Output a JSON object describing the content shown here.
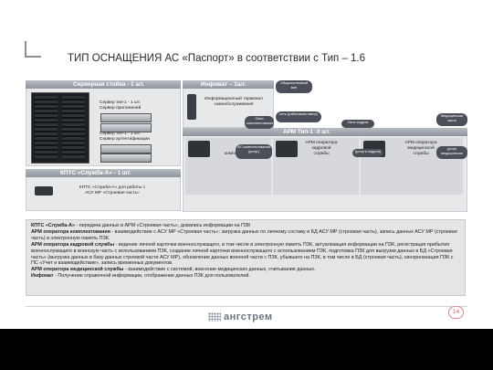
{
  "slide": {
    "title": "ТИП ОСНАЩЕНИЯ АС «Паспорт» в соответствии с Тип – 1.6",
    "page_number": "14"
  },
  "server_panel": {
    "header": "Серверная стойка - 1 шт.",
    "app_server": [
      "Сервер тип-1 - 1 шт.",
      "Сервер приложений"
    ],
    "auth_server": [
      "Сервер тип-1 - 1 шт.",
      "Сервер аутентификации"
    ]
  },
  "infomat_panel": {
    "header": "Инфомат – 1шт.",
    "terminal": "Информационный терминал самообслуживания"
  },
  "arm_panel": {
    "header": "АРМ Тип-1 -3 шт.",
    "workstations": [
      "комплектования",
      "АРМ оператора кадровой службы",
      "АРМ оператора медицинской службы"
    ]
  },
  "kpts_panel": {
    "header": "КПТС «Служба-А» - 1 шт.",
    "item": "КПТС «Служба-А» для работы с АСУ МР «Строевая часть»"
  },
  "callouts": [
    "Общесистемный вин",
    "сеть (рабочая/вставна)",
    "Окно комплектования",
    "Окно кадров",
    "Медицинская часть",
    "АС комплектования (услуг)",
    "(услуги кадров)",
    "(услуг медицинская"
  ],
  "description": [
    {
      "bold": "КПТС «Служба-А»",
      "text": " - передача данных в АРМ «Строевая часть», довапись информации на ПЗК"
    },
    {
      "bold": "АРМ оператора комплектования",
      "text": " - взаимодействие с АСУ МР «Строевая часть»: загрузка данных по личному составу в БД АСУ МР (строевая часть), запись данных АСУ МР (строевая часть) в электронную память ПЗК."
    },
    {
      "bold": "АРМ оператора кадровой службы",
      "text": " - ведение личной карточки военнослужащего, в том числе в электронную память ПЗК, актуализация информации на ПЗК, регистрация прибытия военнослужащего в воинскую часть с использованием ПЗК, создание личной карточки военнослужащего с использованием ПЗК, подготовка ПЗК для выгрузки данных в БД «Строевая часть» (выгрузка данных в базу данных строевой части АСУ МР), обновление данных военной части с ПЗК, убывшего на ПЗК, в том числе в БД (строевая часть), синхронизация ПЗК с ПС «Учет и взаимодействие», запись временных документов."
    },
    {
      "bold": "АРМ оператора медицинской службы",
      "text": " - взаимодействие с системой, внесение медицинских данных, считывание данных."
    },
    {
      "bold": "Инфомат",
      "text": " - Получение справочной информации, отображение данных ПЗК для пользователей."
    }
  ],
  "footer": {
    "logo": "ангстрем"
  }
}
